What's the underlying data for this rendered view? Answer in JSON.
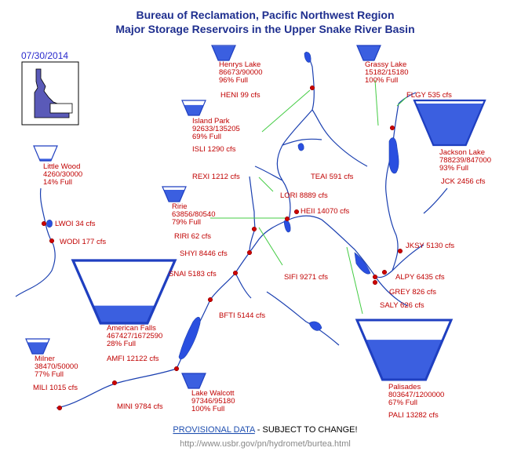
{
  "header": {
    "title_line1": "Bureau of Reclamation, Pacific Northwest Region",
    "title_line2": "Major Storage Reservoirs in the Upper Snake River Basin"
  },
  "date": "07/30/2014",
  "colors": {
    "water": "#3b5fe0",
    "outline": "#1f3fc0",
    "river": "#1a3fb0",
    "label": "#c00000",
    "station": "#cc0000",
    "leader": "#44cc44"
  },
  "reservoirs": [
    {
      "id": "henrys-lake",
      "name": "Henrys Lake",
      "storage": "86673/90000",
      "full": "96% Full",
      "pct": 0.96
    },
    {
      "id": "grassy-lake",
      "name": "Grassy Lake",
      "storage": "15182/15180",
      "full": "100% Full",
      "pct": 1.0
    },
    {
      "id": "island-park",
      "name": "Island Park",
      "storage": "92633/135205",
      "full": "69% Full",
      "pct": 0.69
    },
    {
      "id": "jackson-lake",
      "name": "Jackson Lake",
      "storage": "788239/847000",
      "full": "93% Full",
      "pct": 0.93
    },
    {
      "id": "little-wood",
      "name": "Little Wood",
      "storage": "4260/30000",
      "full": "14% Full",
      "pct": 0.14
    },
    {
      "id": "ririe",
      "name": "Ririe",
      "storage": "63856/80540",
      "full": "79% Full",
      "pct": 0.79
    },
    {
      "id": "american-falls",
      "name": "American Falls",
      "storage": "467427/1672590",
      "full": "28% Full",
      "pct": 0.28
    },
    {
      "id": "milner",
      "name": "Milner",
      "storage": "38470/50000",
      "full": "77% Full",
      "pct": 0.77
    },
    {
      "id": "lake-walcott",
      "name": "Lake Walcott",
      "storage": "97346/95180",
      "full": "100% Full",
      "pct": 1.0
    },
    {
      "id": "palisades",
      "name": "Palisades",
      "storage": "803647/1200000",
      "full": "67% Full",
      "pct": 0.67
    }
  ],
  "stations": [
    {
      "id": "heni",
      "label": "HENI  99 cfs"
    },
    {
      "id": "flgy",
      "label": "FLGY  535 cfs"
    },
    {
      "id": "isli",
      "label": "ISLI  1290 cfs"
    },
    {
      "id": "jck",
      "label": "JCK  2456 cfs"
    },
    {
      "id": "rexi",
      "label": "REXI  1212 cfs"
    },
    {
      "id": "teai",
      "label": "TEAI  591 cfs"
    },
    {
      "id": "lori",
      "label": "LORI  8889 cfs"
    },
    {
      "id": "heii",
      "label": "HEII  14070 cfs"
    },
    {
      "id": "lwoi",
      "label": "LWOI  34 cfs"
    },
    {
      "id": "wodi",
      "label": "WODI  177 cfs"
    },
    {
      "id": "riri",
      "label": "RIRI  62 cfs"
    },
    {
      "id": "shyi",
      "label": "SHYI  8446 cfs"
    },
    {
      "id": "jksy",
      "label": "JKSY  5130 cfs"
    },
    {
      "id": "snai",
      "label": "SNAI  5183 cfs"
    },
    {
      "id": "sifi",
      "label": "SIFI  9271 cfs"
    },
    {
      "id": "alpy",
      "label": "ALPY  6435 cfs"
    },
    {
      "id": "grey",
      "label": "GREY  826 cfs"
    },
    {
      "id": "saly",
      "label": "SALY  626 cfs"
    },
    {
      "id": "bfti",
      "label": "BFTI  5144 cfs"
    },
    {
      "id": "amfi",
      "label": "AMFI  12122 cfs"
    },
    {
      "id": "mili",
      "label": "MILI  1015 cfs"
    },
    {
      "id": "mini",
      "label": "MINI  9784 cfs"
    },
    {
      "id": "pali",
      "label": "PALI  13282 cfs"
    }
  ],
  "footer": {
    "link_text": "PROVISIONAL DATA",
    "notice": " - SUBJECT TO CHANGE!",
    "url": "http://www.usbr.gov/pn/hydromet/burtea.html"
  }
}
